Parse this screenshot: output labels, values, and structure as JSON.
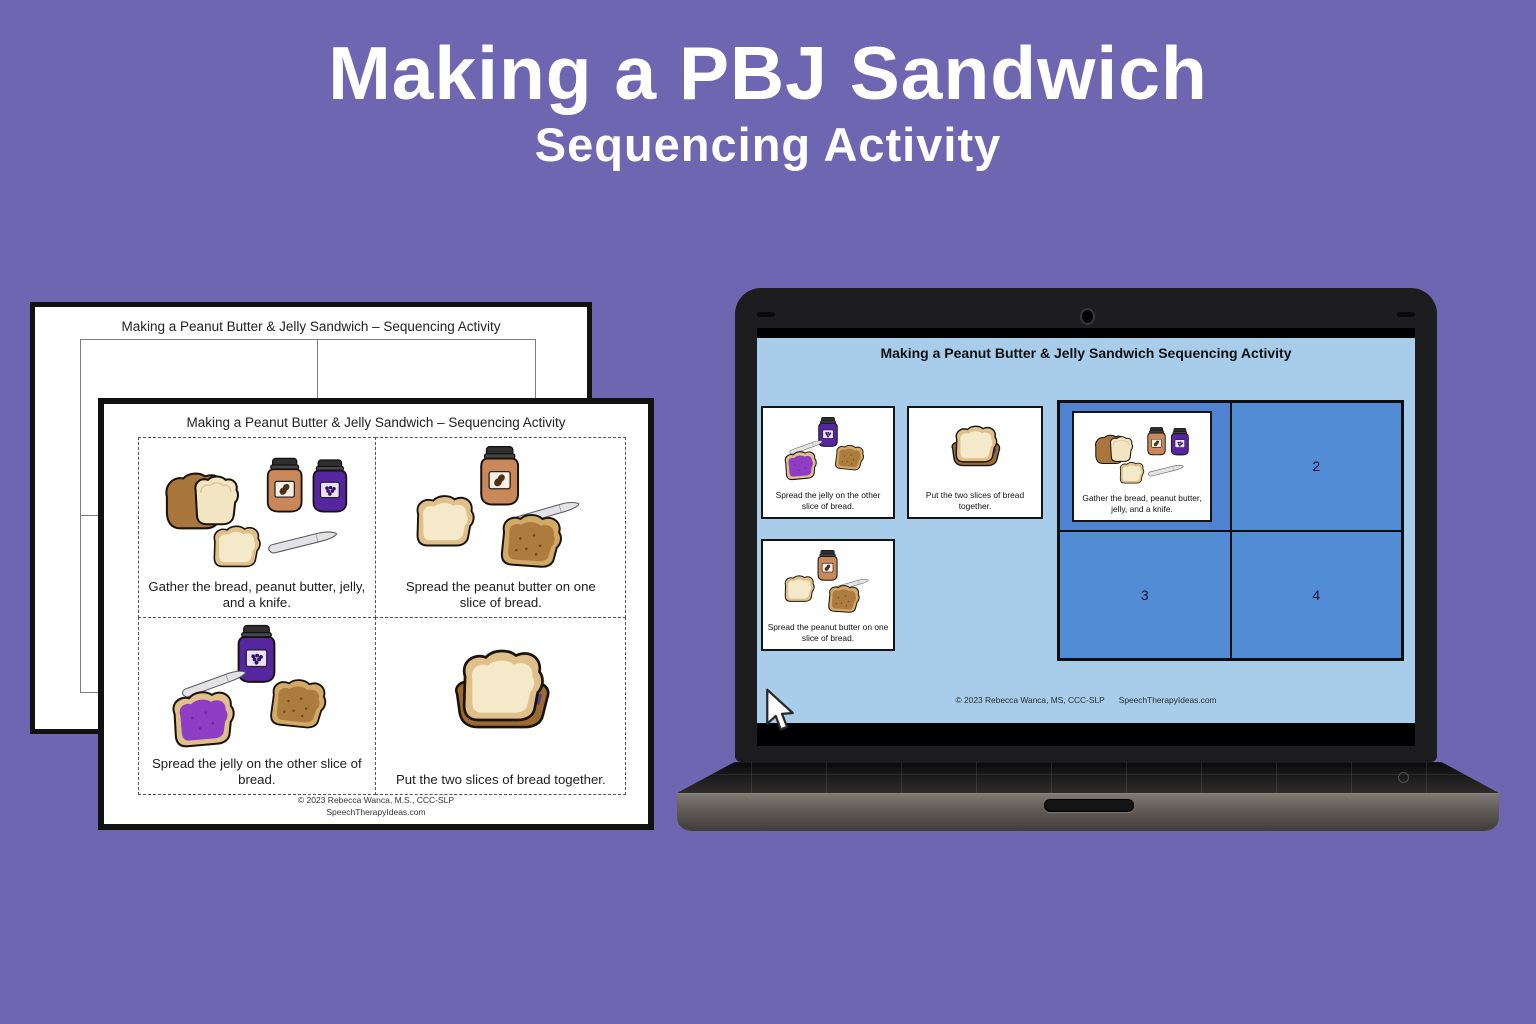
{
  "hero": {
    "title": "Making a PBJ Sandwich",
    "subtitle": "Sequencing Activity"
  },
  "colors": {
    "background": "#6f66b2",
    "slide_background": "#a8cdeb",
    "grid_cell_blue": "#528cd4",
    "page_white": "#ffffff"
  },
  "worksheet_back": {
    "title": "Making a Peanut Butter & Jelly Sandwich – Sequencing Activity"
  },
  "worksheet_front": {
    "title": "Making a Peanut Butter & Jelly Sandwich – Sequencing Activity",
    "cards": [
      {
        "id": "gather-supplies",
        "caption": "Gather the bread, peanut butter, jelly, and a knife."
      },
      {
        "id": "spread-peanut-butter",
        "caption": "Spread the peanut butter on one slice of bread."
      },
      {
        "id": "spread-jelly",
        "caption": "Spread the jelly on the other slice of bread."
      },
      {
        "id": "bread-together",
        "caption": "Put the two slices of bread together."
      }
    ],
    "footer_line1": "© 2023 Rebecca Wanca, M.S., CCC-SLP",
    "footer_line2": "SpeechTherapyIdeas.com"
  },
  "laptop": {
    "slide": {
      "title": "Making a Peanut Butter & Jelly Sandwich Sequencing Activity",
      "loose_cards": [
        {
          "id": "spread-jelly",
          "caption": "Spread the jelly on the other slice of bread."
        },
        {
          "id": "bread-together",
          "caption": "Put the two slices of bread together."
        },
        {
          "id": "spread-peanut-butter",
          "caption": "Spread the peanut butter on one slice of bread."
        }
      ],
      "placed_card": {
        "id": "gather-supplies",
        "caption": "Gather the bread, peanut butter, jelly, and a knife."
      },
      "grid_numbers": [
        "2",
        "3",
        "4"
      ],
      "footer_copyright": "© 2023 Rebecca Wanca,  MS, CCC-SLP",
      "footer_site": "SpeechTherapyIdeas.com"
    }
  }
}
